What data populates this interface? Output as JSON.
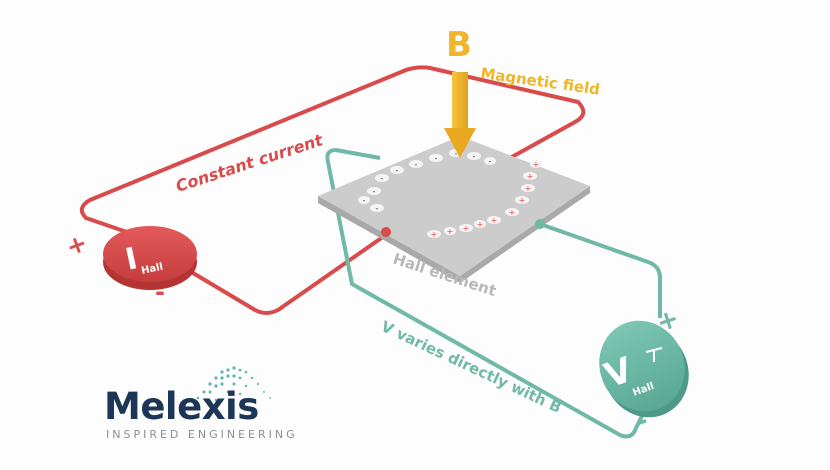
{
  "labels": {
    "b_symbol": "B",
    "magnetic_field": "Magnetic field",
    "constant_current": "Constant current",
    "hall_element": "Hall element",
    "v_varies": "V varies directly with B",
    "i_symbol": "I",
    "i_subscript": "Hall",
    "v_symbol": "V",
    "v_subscript": "Hall",
    "plus": "+",
    "minus": "-"
  },
  "logo": {
    "name": "Melexis",
    "tagline": "INSPIRED ENGINEERING"
  },
  "colors": {
    "red": "#d94a4a",
    "teal": "#6fb9a6",
    "field": "#f0b62b",
    "plate": "#c9c9c9",
    "brand_navy": "#1d3557",
    "brand_teal": "#5fb7a6"
  },
  "charges": {
    "negative_count": 10,
    "positive_count": 10
  }
}
